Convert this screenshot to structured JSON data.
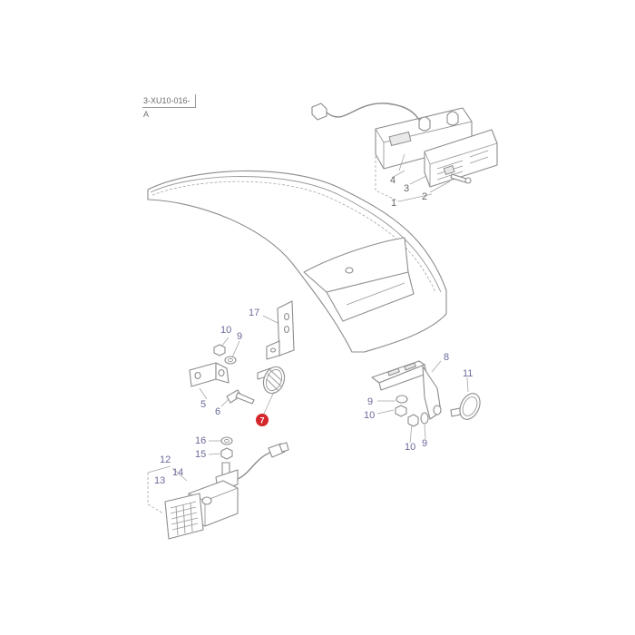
{
  "diagram": {
    "reference_code": "3-XU10-016-A",
    "highlight_color": "#d4262b",
    "callout_color": "#6a6a9a",
    "highlighted_part": "7",
    "labels": {
      "p1": "1",
      "p2": "2",
      "p3": "3",
      "p4": "4",
      "p5": "5",
      "p6": "6",
      "p7": "7",
      "p8": "8",
      "p9a": "9",
      "p9b": "9",
      "p9c": "9",
      "p10a": "10",
      "p10b": "10",
      "p10c": "10",
      "p11": "11",
      "p12": "12",
      "p13": "13",
      "p14": "14",
      "p15": "15",
      "p16": "16",
      "p17": "17"
    }
  }
}
